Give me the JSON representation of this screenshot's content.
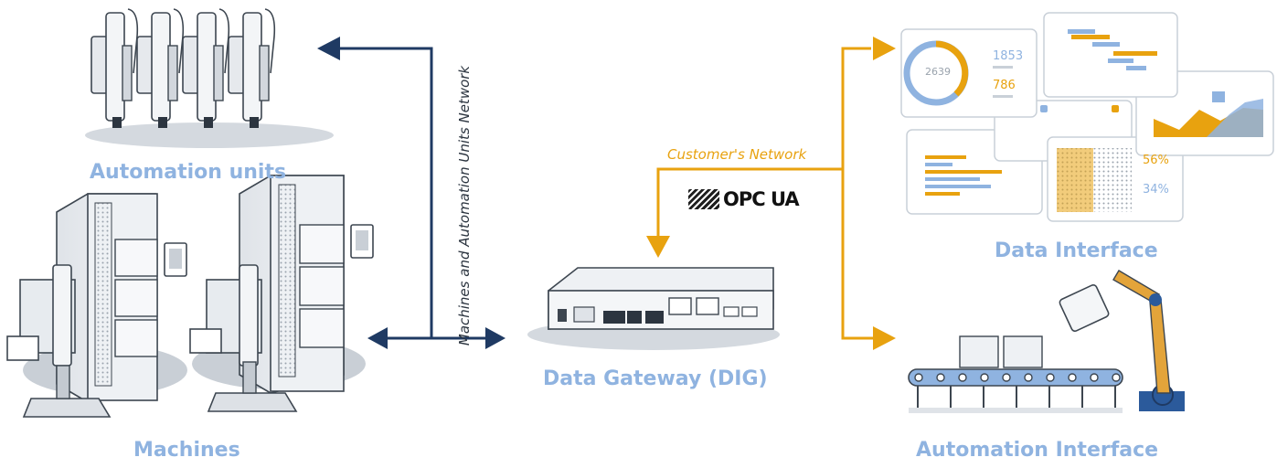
{
  "labels": {
    "automation_units": "Automation units",
    "machines": "Machines",
    "data_gateway": "Data Gateway (DIG)",
    "data_interface": "Data Interface",
    "automation_interface": "Automation Interface"
  },
  "networks": {
    "machines_network": "Machines and Automation Units Network",
    "customers_network": "Customer's Network"
  },
  "logo": {
    "opc_ua": "OPC UA"
  },
  "dashboard": {
    "donut_value": "2639",
    "stat_top": "1853",
    "stat_bottom": "786",
    "percent_top": "56%",
    "percent_bottom": "34%"
  },
  "colors": {
    "machines_network_line": "#1f3a63",
    "customers_network_line": "#e8a20f",
    "label_blue": "#8fb3e0",
    "accent_orange": "#e8a20f",
    "accent_blue": "#8fb3e0"
  }
}
